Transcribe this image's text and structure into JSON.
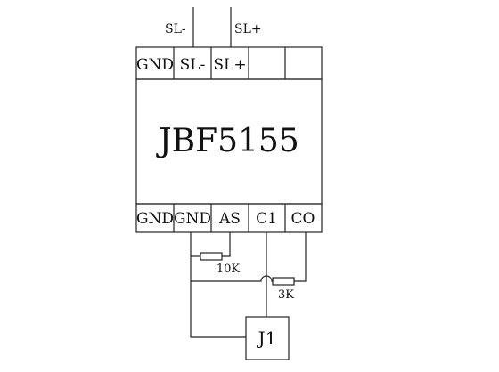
{
  "signals": {
    "sl_minus": "SL-",
    "sl_plus": "SL+"
  },
  "module": {
    "model": "JBF5155",
    "top_pins": [
      "GND",
      "SL-",
      "SL+",
      "",
      ""
    ],
    "bottom_pins": [
      "GND",
      "GND",
      "AS",
      "C1",
      "CO"
    ]
  },
  "components": {
    "resistor_1": "10K",
    "resistor_2": "3K",
    "device": "J1"
  }
}
